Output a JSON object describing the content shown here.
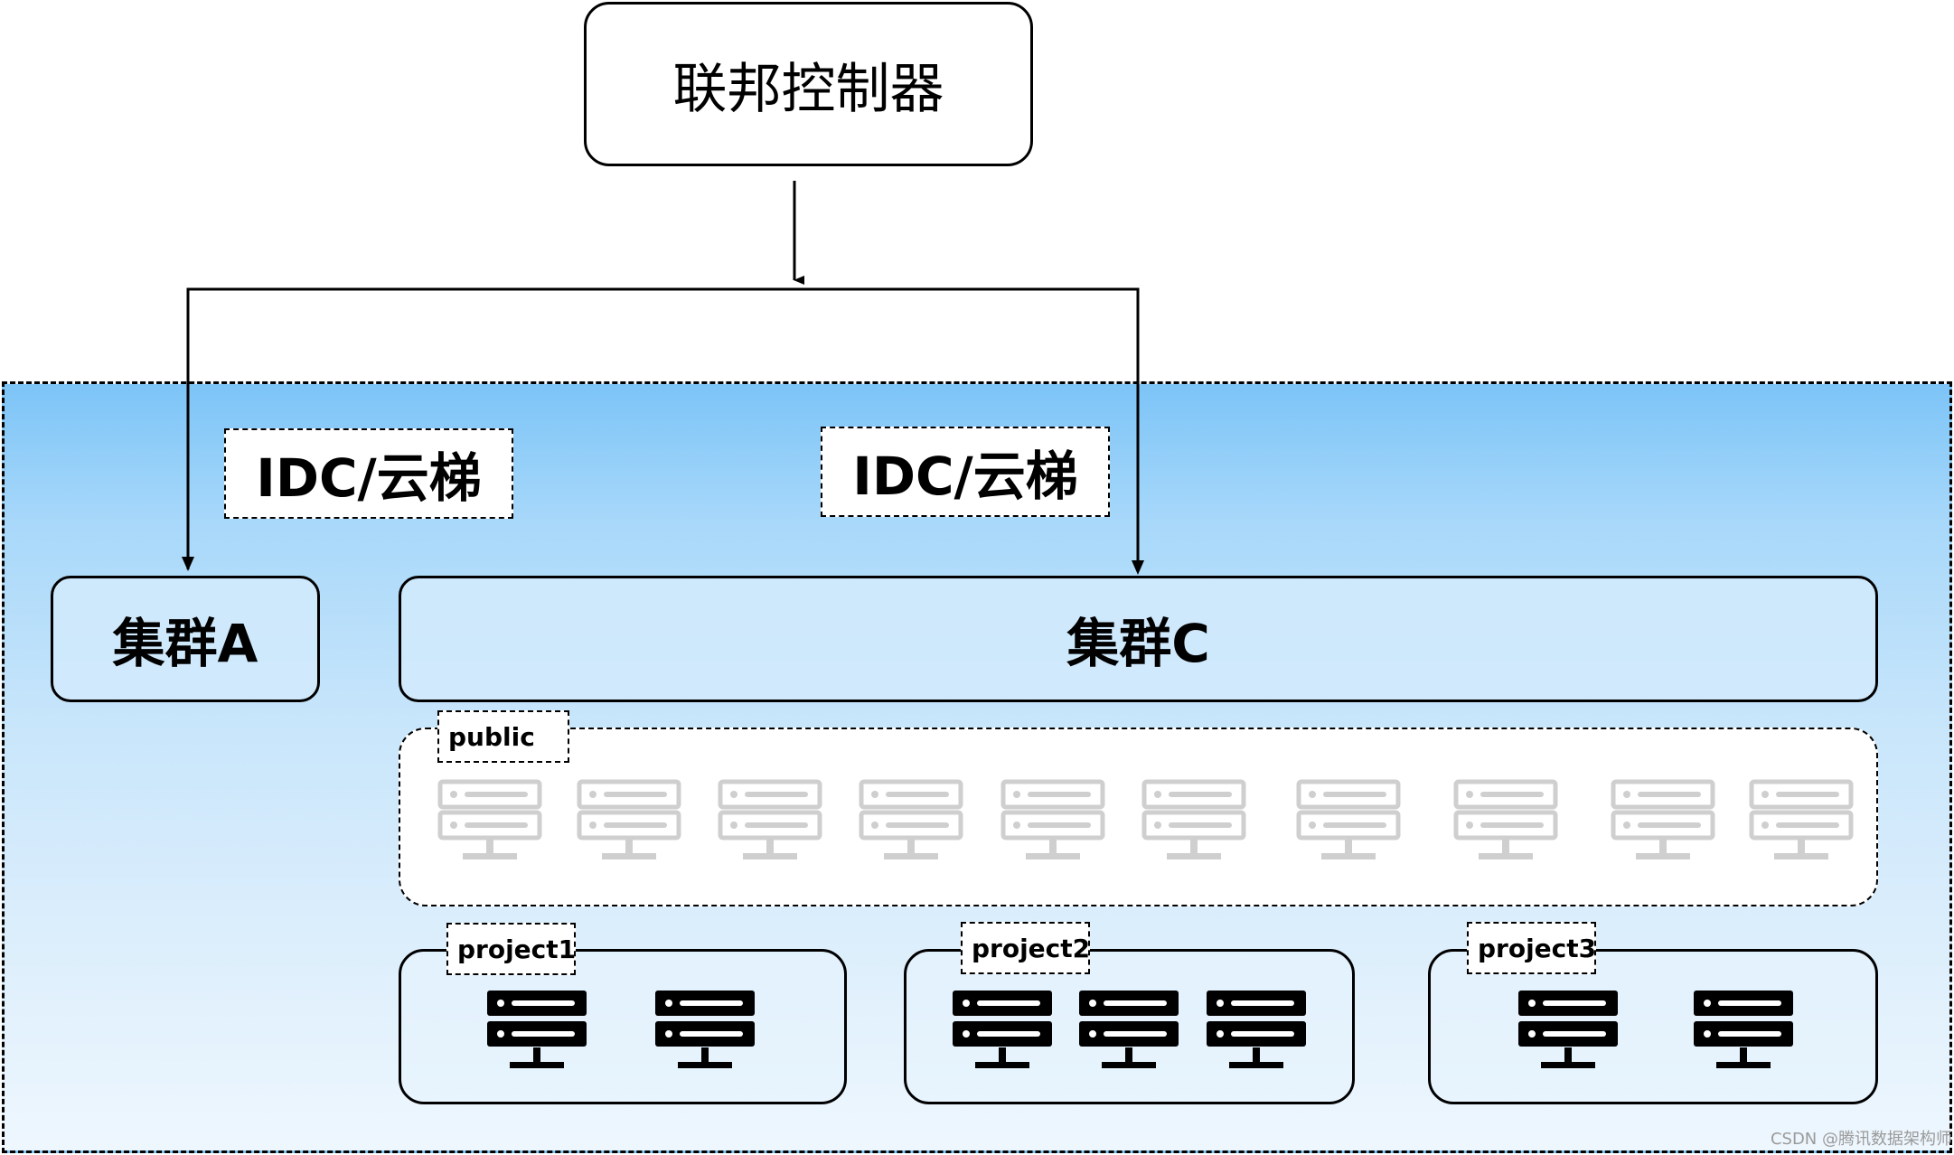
{
  "controller": {
    "label": "联邦控制器"
  },
  "idc_tags": [
    {
      "label": "IDC/云梯"
    },
    {
      "label": "IDC/云梯"
    }
  ],
  "clusters": [
    {
      "label": "集群A"
    },
    {
      "label": "集群C"
    }
  ],
  "pools": {
    "public": {
      "label": "public",
      "server_count": 10,
      "server_style": "inactive-gray"
    },
    "project1": {
      "label": "project1",
      "server_count": 2,
      "server_style": "active-black"
    },
    "project2": {
      "label": "project2",
      "server_count": 3,
      "server_style": "active-black"
    },
    "project3": {
      "label": "project3",
      "server_count": 2,
      "server_style": "active-black"
    }
  },
  "colors": {
    "region_top": "#7cc4f7",
    "region_bottom": "#eef7fe",
    "server_active": "#000000",
    "server_inactive": "#cfcfcf"
  },
  "icons": {
    "server": "server-rack-icon"
  },
  "watermark": "CSDN @腾讯数据架构师"
}
